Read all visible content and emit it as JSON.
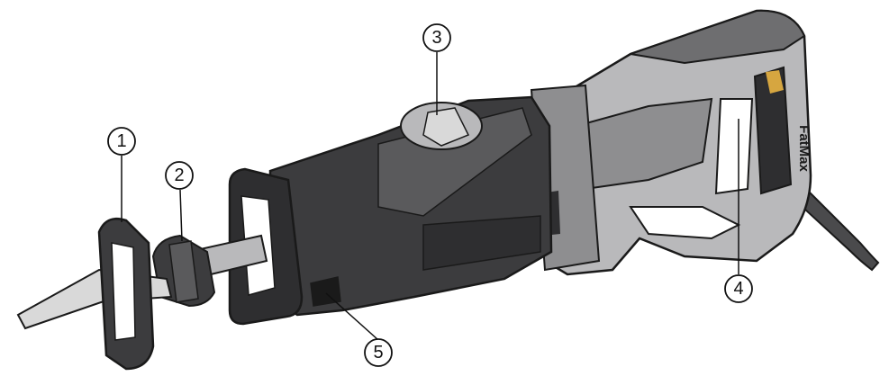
{
  "diagram": {
    "brand_text": "FatMax",
    "callouts": [
      {
        "id": "1",
        "label": "1"
      },
      {
        "id": "2",
        "label": "2"
      },
      {
        "id": "3",
        "label": "3"
      },
      {
        "id": "4",
        "label": "4"
      },
      {
        "id": "5",
        "label": "5"
      }
    ]
  },
  "colors": {
    "body_dark": "#3c3c3e",
    "body_mid": "#5a5a5c",
    "grey_light": "#b9b9bb",
    "grey_mid": "#8e8e90",
    "outline": "#1a1a1a",
    "blade": "#d9d9d9",
    "accent": "#d6a640"
  }
}
